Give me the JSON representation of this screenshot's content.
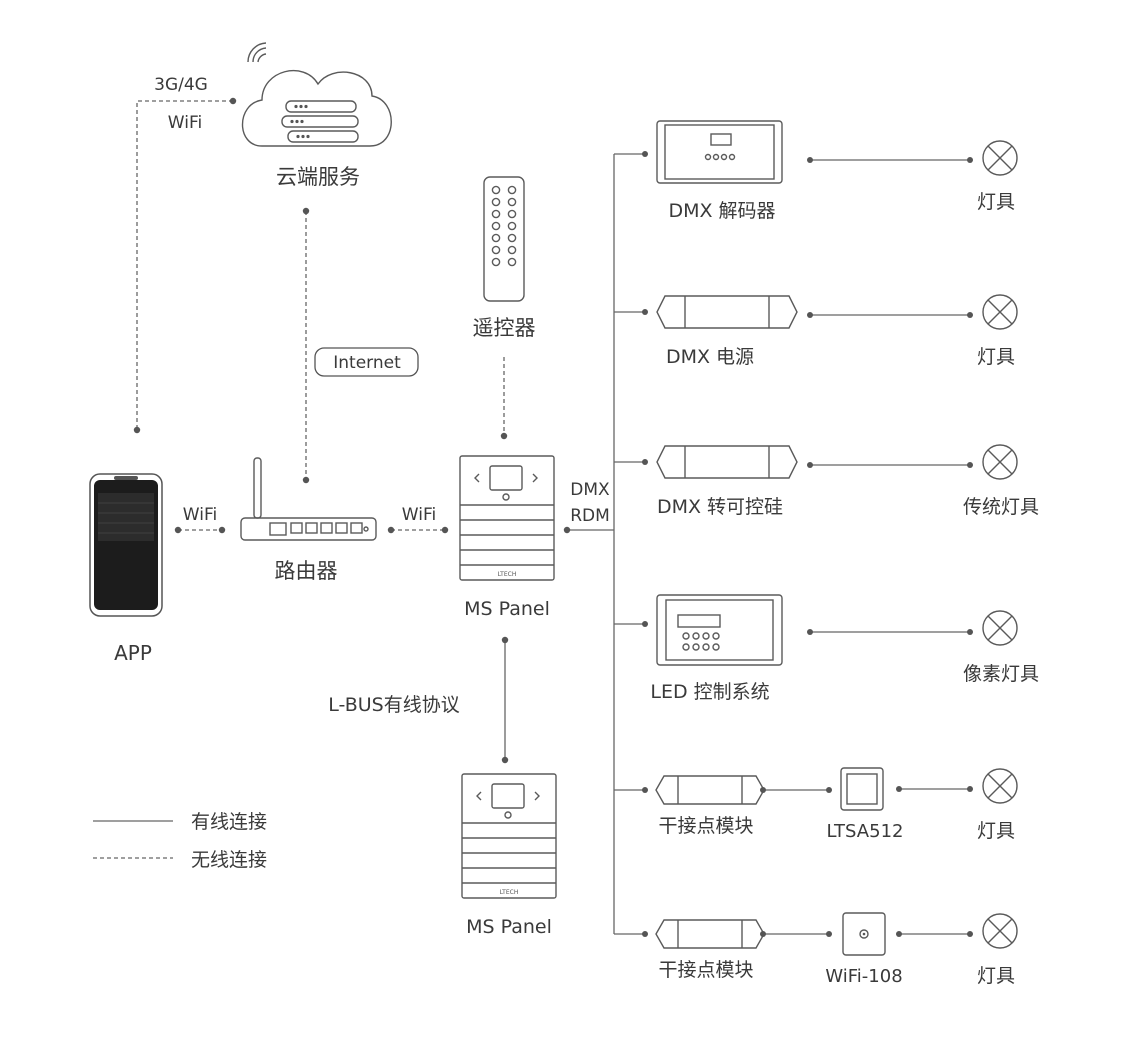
{
  "cloud": {
    "label": "云端服务",
    "link_top": "3G/4G",
    "link_bottom": "WiFi",
    "link_internet": "Internet"
  },
  "app": {
    "label": "APP",
    "link": "WiFi"
  },
  "router": {
    "label": "路由器",
    "link": "WiFi"
  },
  "remote": {
    "label": "遥控器"
  },
  "panel_main": {
    "label": "MS Panel",
    "brand": "LTECH",
    "bus_line1": "DMX",
    "bus_line2": "RDM"
  },
  "panel_second": {
    "label": "MS Panel"
  },
  "lbus": {
    "label": "L-BUS有线协议"
  },
  "legend": {
    "wired": "有线连接",
    "wireless": "无线连接"
  },
  "outputs": [
    {
      "device": "DMX 解码器",
      "load": "灯具"
    },
    {
      "device": "DMX 电源",
      "load": "灯具"
    },
    {
      "device": "DMX 转可控硅",
      "load": "传统灯具"
    },
    {
      "device": "LED 控制系统",
      "load": "像素灯具"
    },
    {
      "device": "干接点模块",
      "module": "LTSA512",
      "load": "灯具"
    },
    {
      "device": "干接点模块",
      "module": "WiFi-108",
      "load": "灯具"
    }
  ],
  "colors": {
    "line": "#666666",
    "text": "#3a3a3a",
    "phone_screen": "#1c1c1c"
  }
}
